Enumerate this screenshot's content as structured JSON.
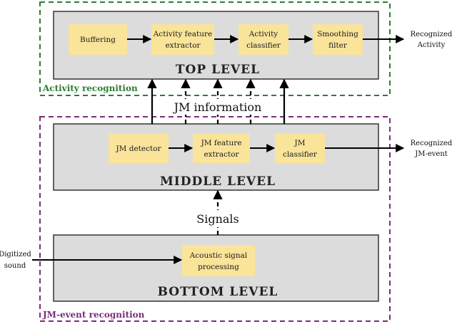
{
  "groups": {
    "activity": "Activity recognition",
    "jm_event": "JM-event recognition"
  },
  "levels": {
    "top": "TOP LEVEL",
    "middle": "MIDDLE LEVEL",
    "bottom": "BOTTOM LEVEL"
  },
  "top_boxes": {
    "buffering": "Buffering",
    "feature_1": "Activity feature",
    "feature_2": "extractor",
    "classifier_1": "Activity",
    "classifier_2": "classifier",
    "smoothing_1": "Smoothing",
    "smoothing_2": "filter"
  },
  "middle_boxes": {
    "detector": "JM detector",
    "feature_1": "JM feature",
    "feature_2": "extractor",
    "classifier_1": "JM",
    "classifier_2": "classifier"
  },
  "bottom_boxes": {
    "acoustic_1": "Acoustic signal",
    "acoustic_2": "processing"
  },
  "connectors": {
    "jm_information": "JM information",
    "signals": "Signals"
  },
  "outputs": {
    "activity_1": "Recognized",
    "activity_2": "Activity",
    "jm_event_1": "Recognized",
    "jm_event_2": "JM-event"
  },
  "inputs": {
    "sound_1": "Digitized",
    "sound_2": "sound"
  },
  "colors": {
    "green": "#2e7d32",
    "purple": "#7b2d7b",
    "panel": "#dcdcdc",
    "box": "#f9e49a"
  }
}
